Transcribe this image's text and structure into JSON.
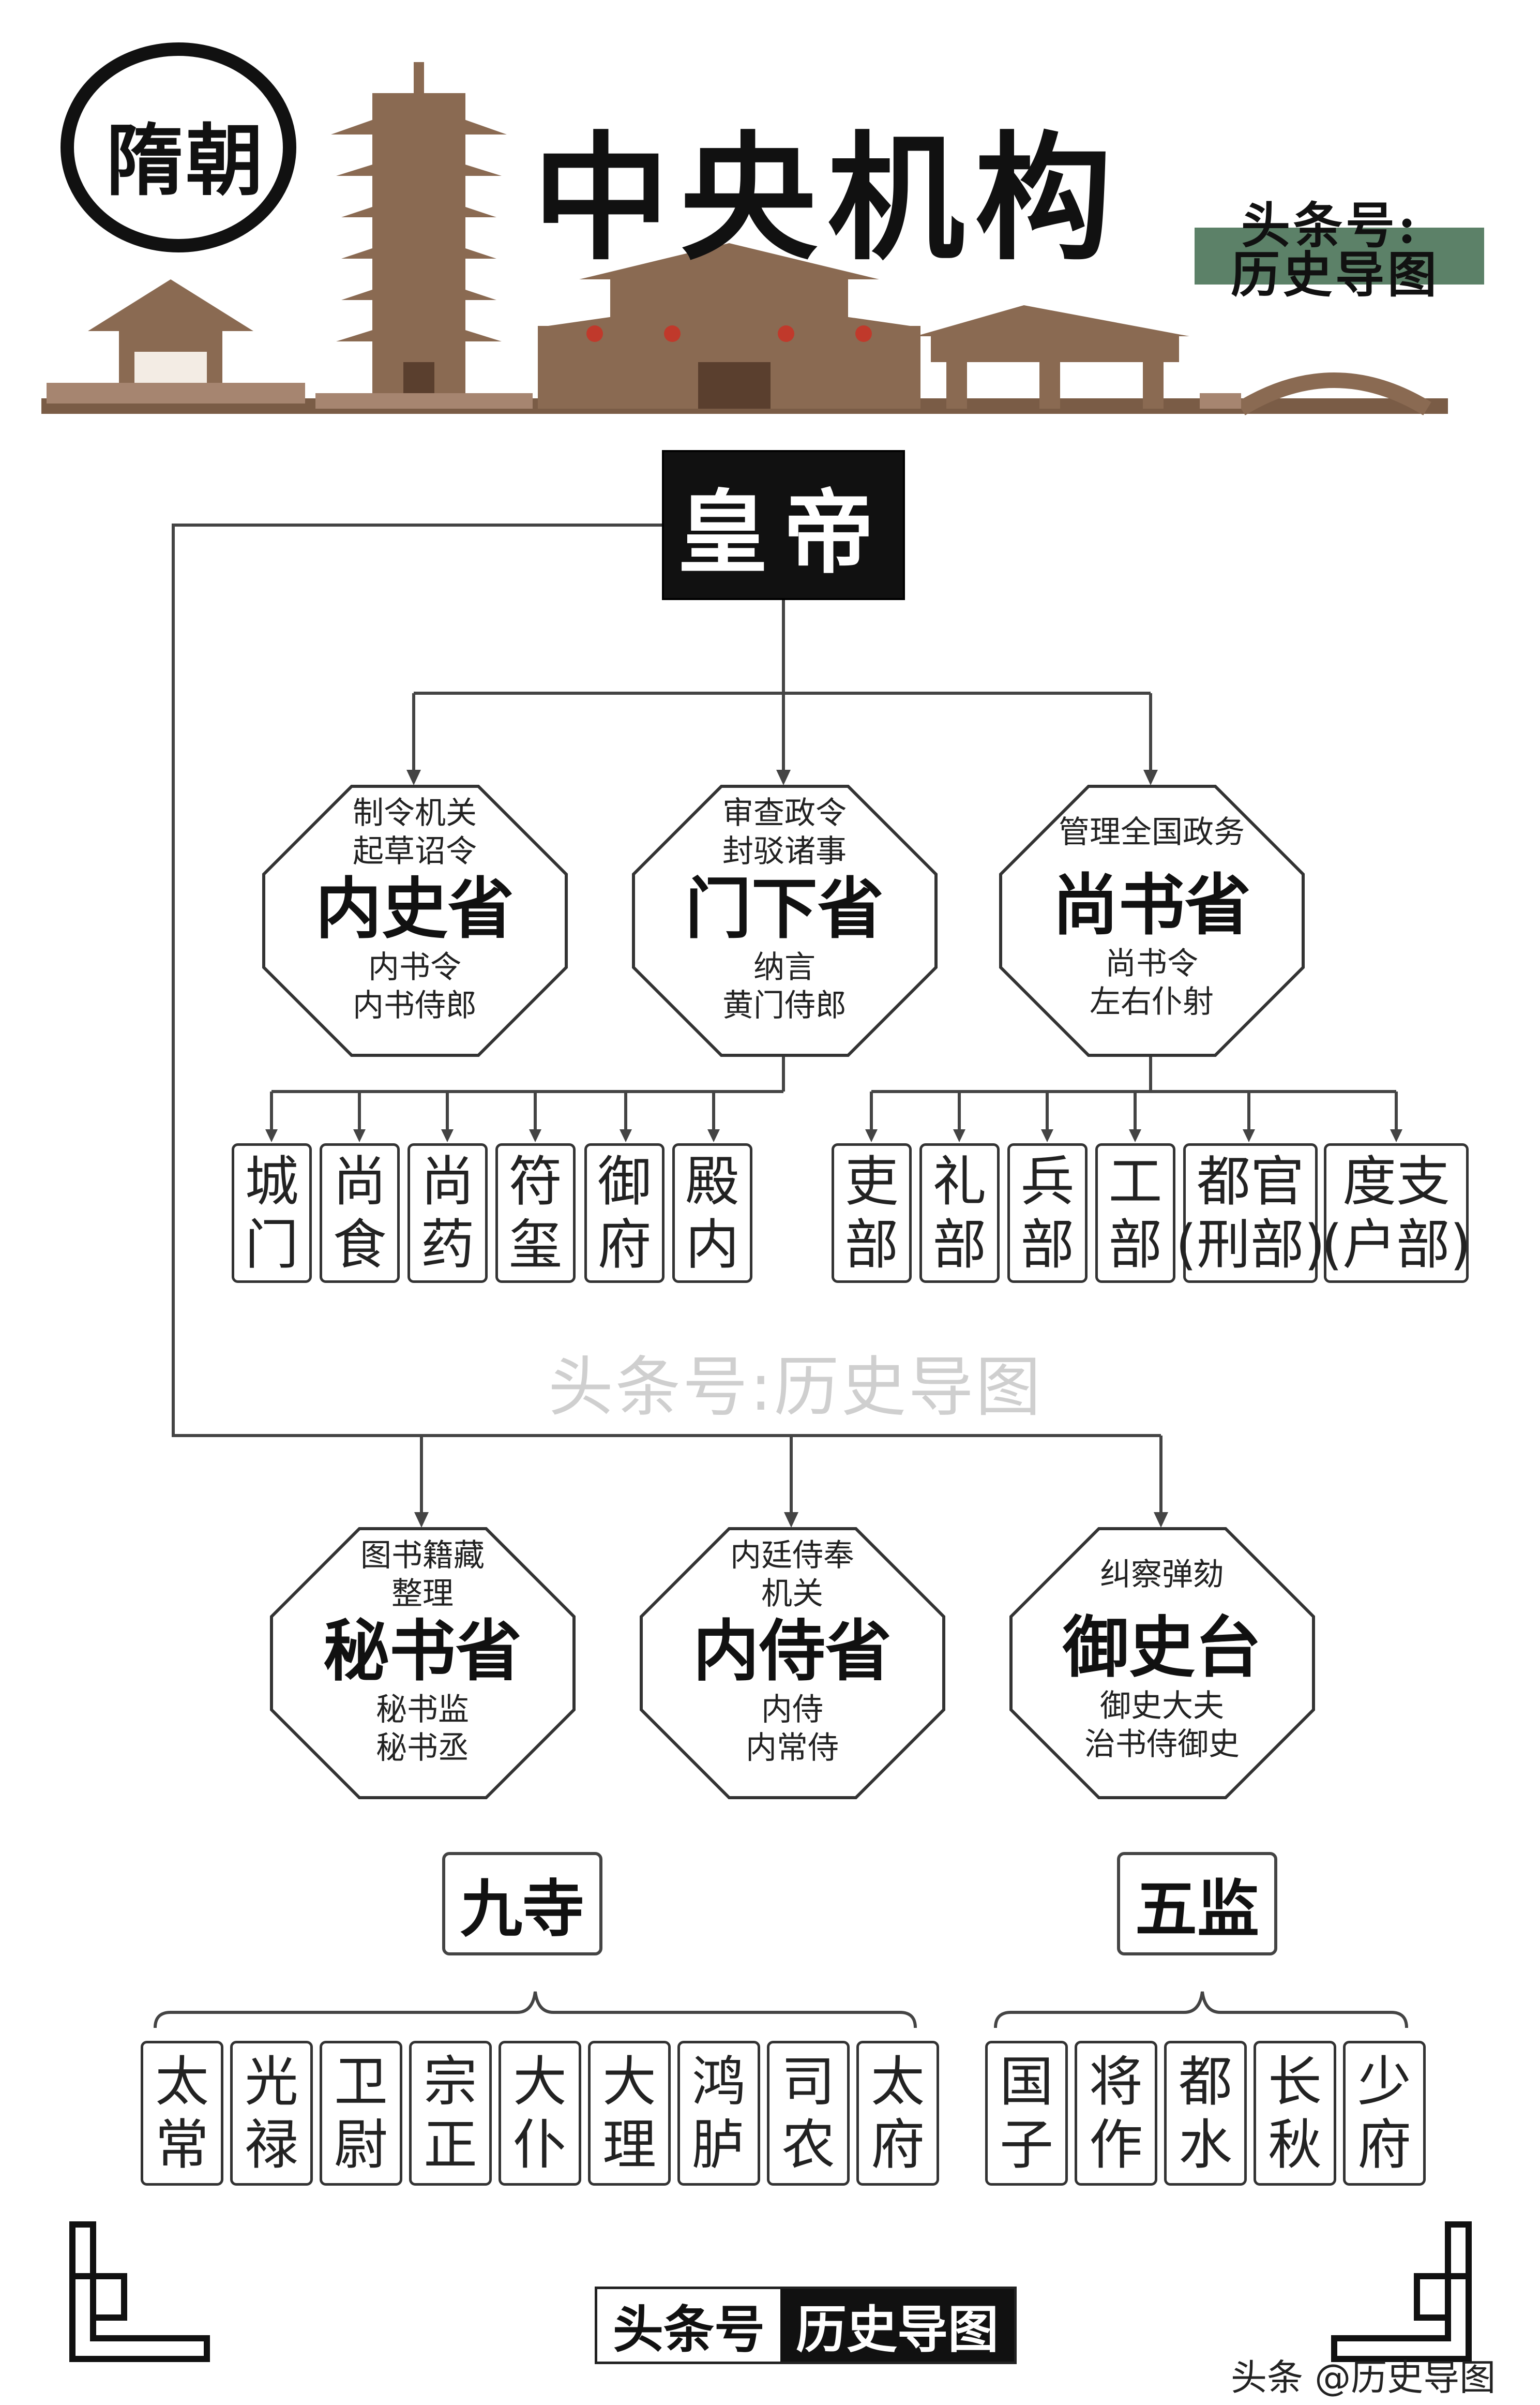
{
  "header": {
    "dynasty": "隋朝",
    "title": "中央机构",
    "brand_line1": "头条号:",
    "brand_line2": "历史导图"
  },
  "emperor": "皇帝",
  "offices_top": [
    {
      "duty1": "制令机关",
      "duty2": "起草诏令",
      "name": "内史省",
      "off1": "内书令",
      "off2": "内书侍郎"
    },
    {
      "duty1": "审查政令",
      "duty2": "封驳诸事",
      "name": "门下省",
      "off1": "纳言",
      "off2": "黄门侍郎"
    },
    {
      "duty1": "管理全国政务",
      "duty2": "",
      "name": "尚书省",
      "off1": "尚书令",
      "off2": "左右仆射"
    }
  ],
  "menxia_subs": [
    [
      "城",
      "门"
    ],
    [
      "尚",
      "食"
    ],
    [
      "尚",
      "药"
    ],
    [
      "符",
      "玺"
    ],
    [
      "御",
      "府"
    ],
    [
      "殿",
      "内"
    ]
  ],
  "shangshu_subs": [
    [
      "吏",
      "部"
    ],
    [
      "礼",
      "部"
    ],
    [
      "兵",
      "部"
    ],
    [
      "工",
      "部"
    ],
    [
      "都官",
      "(刑部)"
    ],
    [
      "度支",
      "(户部)"
    ]
  ],
  "watermark": "头条号:历史导图",
  "offices_bottom": [
    {
      "duty1": "图书籍藏",
      "duty2": "整理",
      "name": "秘书省",
      "off1": "秘书监",
      "off2": "秘书丞"
    },
    {
      "duty1": "内廷侍奉",
      "duty2": "机关",
      "name": "内侍省",
      "off1": "内侍",
      "off2": "内常侍"
    },
    {
      "duty1": "纠察弹劾",
      "duty2": "",
      "name": "御史台",
      "off1": "御史大夫",
      "off2": "治书侍御史"
    }
  ],
  "nine_temples": {
    "title": "九寺",
    "items": [
      [
        "太",
        "常"
      ],
      [
        "光",
        "禄"
      ],
      [
        "卫",
        "尉"
      ],
      [
        "宗",
        "正"
      ],
      [
        "大",
        "仆"
      ],
      [
        "大",
        "理"
      ],
      [
        "鸿",
        "胪"
      ],
      [
        "司",
        "农"
      ],
      [
        "太",
        "府"
      ]
    ]
  },
  "five_directorates": {
    "title": "五监",
    "items": [
      [
        "国",
        "子"
      ],
      [
        "将",
        "作"
      ],
      [
        "都",
        "水"
      ],
      [
        "长",
        "秋"
      ],
      [
        "少",
        "府"
      ]
    ]
  },
  "footer": {
    "brand_white": "头条号",
    "brand_black": "历史导图",
    "credit": "头条 @历史导图"
  },
  "colors": {
    "line": "#444444",
    "emperor_bg": "#111111",
    "building_brown": "#8a6a52",
    "building_dark": "#5a3f2e",
    "watermark": "#cfcfcf"
  }
}
